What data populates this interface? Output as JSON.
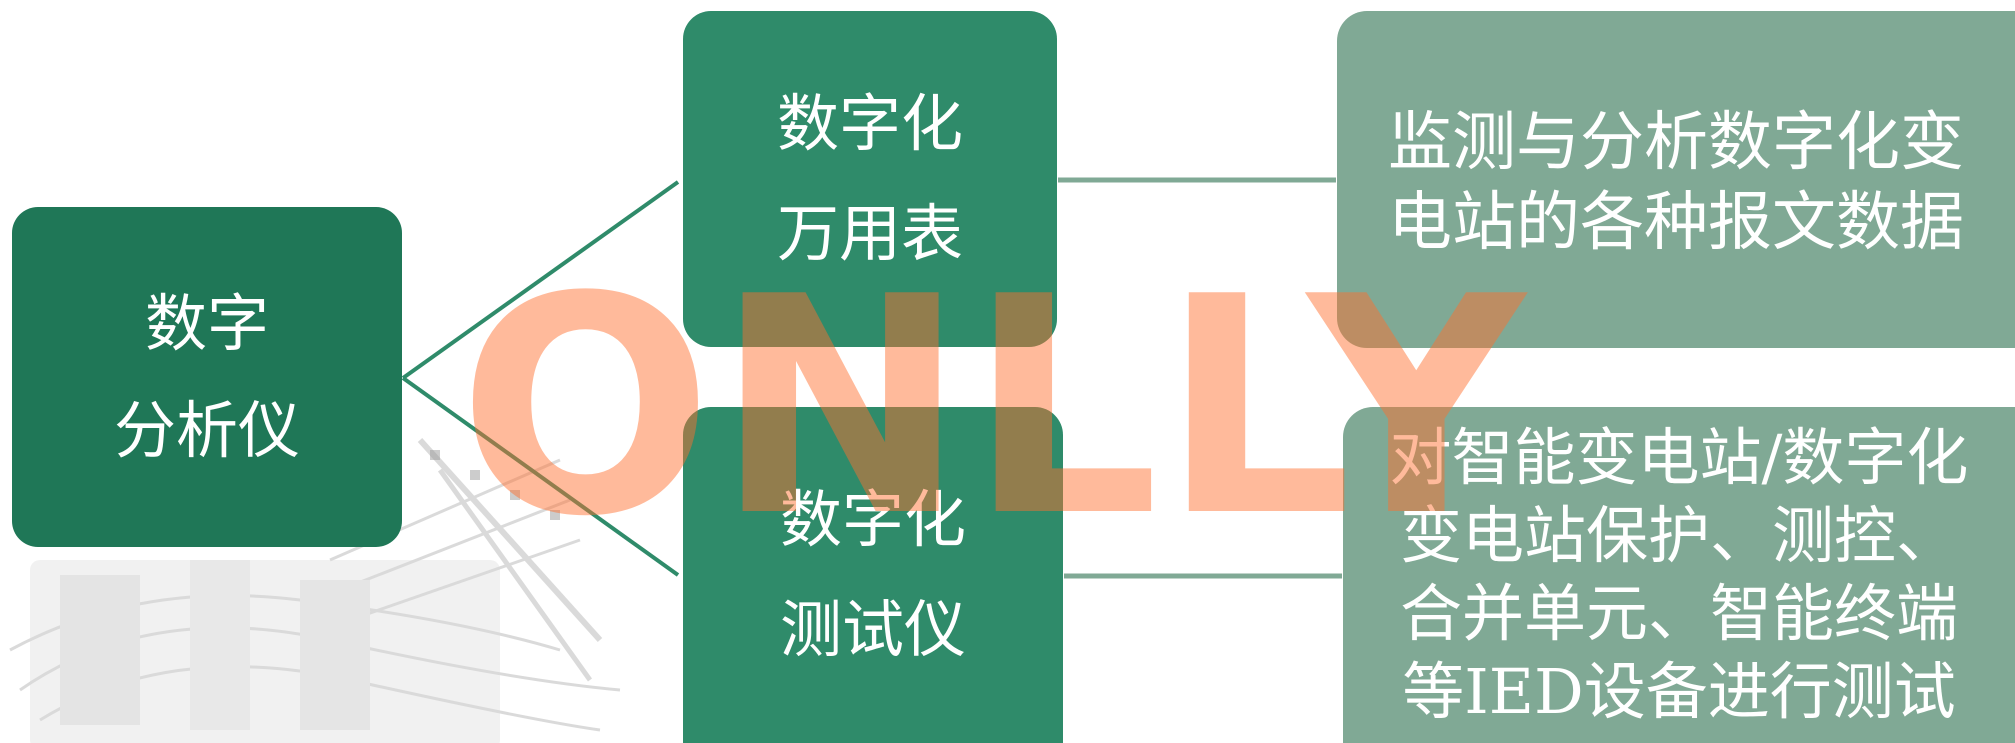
{
  "diagram": {
    "root": {
      "lines": [
        "数字",
        "分析仪"
      ]
    },
    "branches": [
      {
        "label": {
          "lines": [
            "数字化",
            "万用表"
          ]
        },
        "description": {
          "lines": [
            "监测与分析数字化变",
            "电站的各种报文数据"
          ]
        }
      },
      {
        "label": {
          "lines": [
            "数字化",
            "测试仪"
          ]
        },
        "description": {
          "lines": [
            "对智能变电站/数字化",
            "变电站保护、测控、",
            "合并单元、智能终端",
            "等IED设备进行测试"
          ]
        }
      }
    ]
  },
  "watermark": {
    "text": "ONLLY"
  },
  "colors": {
    "root_fill": "#1f7757",
    "branch_fill": "#2f8b6a",
    "description_fill": "#80a995",
    "connector": "#2f8b6a",
    "watermark": "#ff6e2d"
  }
}
